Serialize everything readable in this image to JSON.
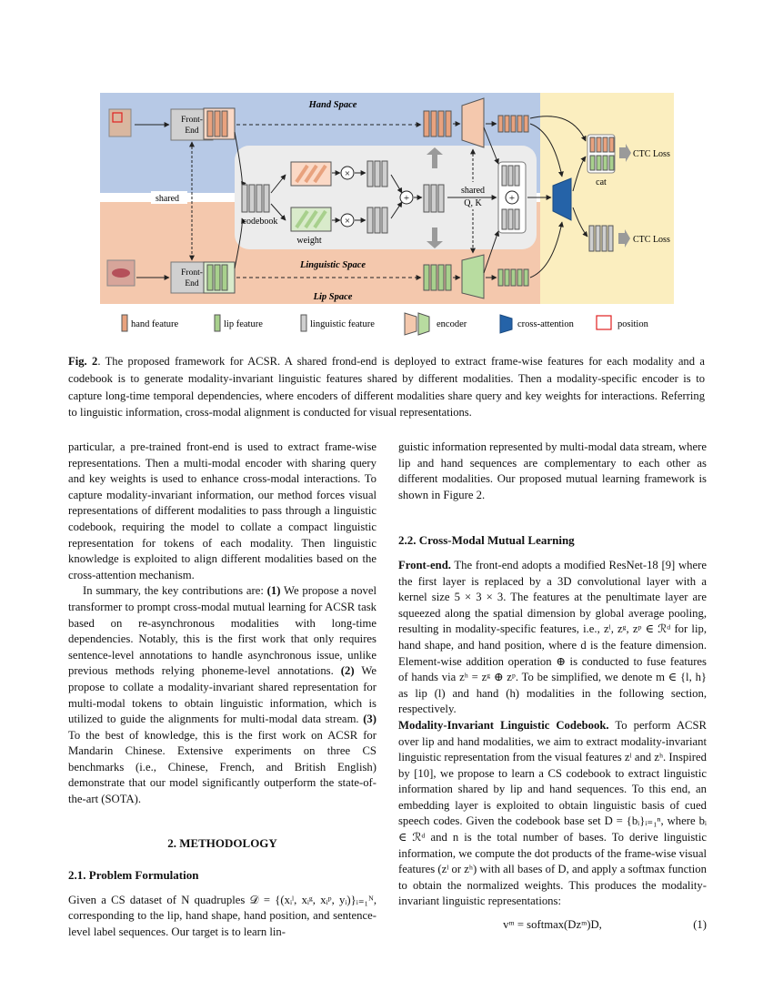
{
  "figure": {
    "hand_space": "Hand Space",
    "lip_space": "Lip Space",
    "linguistic_space": "Linguistic Space",
    "front_end_top": [
      "Front-",
      "End"
    ],
    "front_end_bottom": [
      "Front-",
      "End"
    ],
    "shared": "shared",
    "codebook": "codebook",
    "weight": "weight",
    "shared_qk": [
      "shared",
      "Q, K"
    ],
    "cat": "cat",
    "ctc_top": "CTC Loss",
    "ctc_bottom": "CTC Loss",
    "legend": {
      "hand_feature": "hand feature",
      "lip_feature": "lip feature",
      "linguistic_feature": "linguistic feature",
      "encoder": "encoder",
      "cross_attention": "cross-attention",
      "position": "position"
    },
    "colors": {
      "hand_space_bg": "#b7c9e6",
      "lip_space_bg": "#f4c8ad",
      "fusion_bg": "#fbeebf",
      "linguistic_bg": "#ececec",
      "hand_feature": "#e8a27e",
      "lip_feature": "#a8d08d",
      "linguistic_feature": "#b8b8b8",
      "cross_attention": "#2563a8",
      "position": "#e02020"
    }
  },
  "caption": {
    "label": "Fig. 2",
    "text": ". The proposed framework for ACSR. A shared frond-end is deployed to extract frame-wise features for each modality and a codebook is to generate modality-invariant linguistic features shared by different modalities. Then a modality-specific encoder is to capture long-time temporal dependencies, where encoders of different modalities share query and key weights for interactions. Referring to linguistic information, cross-modal alignment is conducted for visual representations."
  },
  "left": {
    "p1": "particular, a pre-trained front-end is used to extract frame-wise representations. Then a multi-modal encoder with sharing query and key weights is used to enhance cross-modal interactions. To capture modality-invariant information, our method forces visual representations of different modalities to pass through a linguistic codebook, requiring the model to collate a compact linguistic representation for tokens of each modality. Then linguistic knowledge is exploited to align different modalities based on the cross-attention mechanism.",
    "p2_a": "In summary, the key contributions are: ",
    "p2_b": "(1)",
    "p2_c": " We propose a novel transformer to prompt cross-modal mutual learning for ACSR task based on re-asynchronous modalities with long-time dependencies. Notably, this is the first work that only requires sentence-level annotations to handle asynchronous issue, unlike previous methods relying phoneme-level annotations. ",
    "p2_d": "(2)",
    "p2_e": " We propose to collate a modality-invariant shared representation for multi-modal tokens to obtain linguistic information, which is utilized to guide the alignments for multi-modal data stream. ",
    "p2_f": "(3)",
    "p2_g": " To the best of knowledge, this is the first work on ACSR for Mandarin Chinese. Extensive experiments on three CS benchmarks (i.e., Chinese, French, and British English) demonstrate that our model significantly outperform the state-of-the-art (SOTA).",
    "sec2": "2. METHODOLOGY",
    "sec21": "2.1. Problem Formulation",
    "p3": "Given a CS dataset of N quadruples 𝒟 = {(xᵢˡ, xᵢᵍ, xᵢᵖ, yᵢ)}ᵢ₌₁ᴺ, corresponding to the lip, hand shape, hand position, and sentence-level label sequences. Our target is to learn lin-"
  },
  "right": {
    "p1": "guistic information represented by multi-modal data stream, where lip and hand sequences are complementary to each other as different modalities. Our proposed mutual learning framework is shown in Figure 2.",
    "sec22": "2.2. Cross-Modal Mutual Learning",
    "fe_label": "Front-end.",
    "fe_text": " The front-end adopts a modified ResNet-18 [9] where the first layer is replaced by a 3D convolutional layer with a kernel size 5 × 3 × 3. The features at the penultimate layer are squeezed along the spatial dimension by global average pooling, resulting in modality-specific features, i.e., zˡ, zᵍ, zᵖ ∈ ℛᵈ for lip, hand shape, and hand position, where d is the feature dimension. Element-wise addition operation ⊕ is conducted to fuse features of hands via zʰ = zᵍ ⊕ zᵖ. To be simplified, we denote m ∈ {l, h} as lip (l) and hand (h) modalities in the following section, respectively.",
    "cb_label": "Modality-Invariant Linguistic Codebook.",
    "cb_text": " To perform ACSR over lip and hand modalities, we aim to extract modality-invariant linguistic representation from the visual features zˡ and zʰ. Inspired by [10], we propose to learn a CS codebook to extract linguistic information shared by lip and hand sequences. To this end, an embedding layer is exploited to obtain linguistic basis of cued speech codes. Given the codebook base set D = {bᵢ}ᵢ₌₁ⁿ, where bᵢ ∈ ℛᵈ and n is the total number of bases. To derive linguistic information, we compute the dot products of the frame-wise visual features (zˡ or zʰ) with all bases of D, and apply a softmax function to obtain the normalized weights. This produces the modality-invariant linguistic representations:",
    "equation": "vᵐ = softmax(Dzᵐ)D,",
    "eq_num": "(1)"
  }
}
